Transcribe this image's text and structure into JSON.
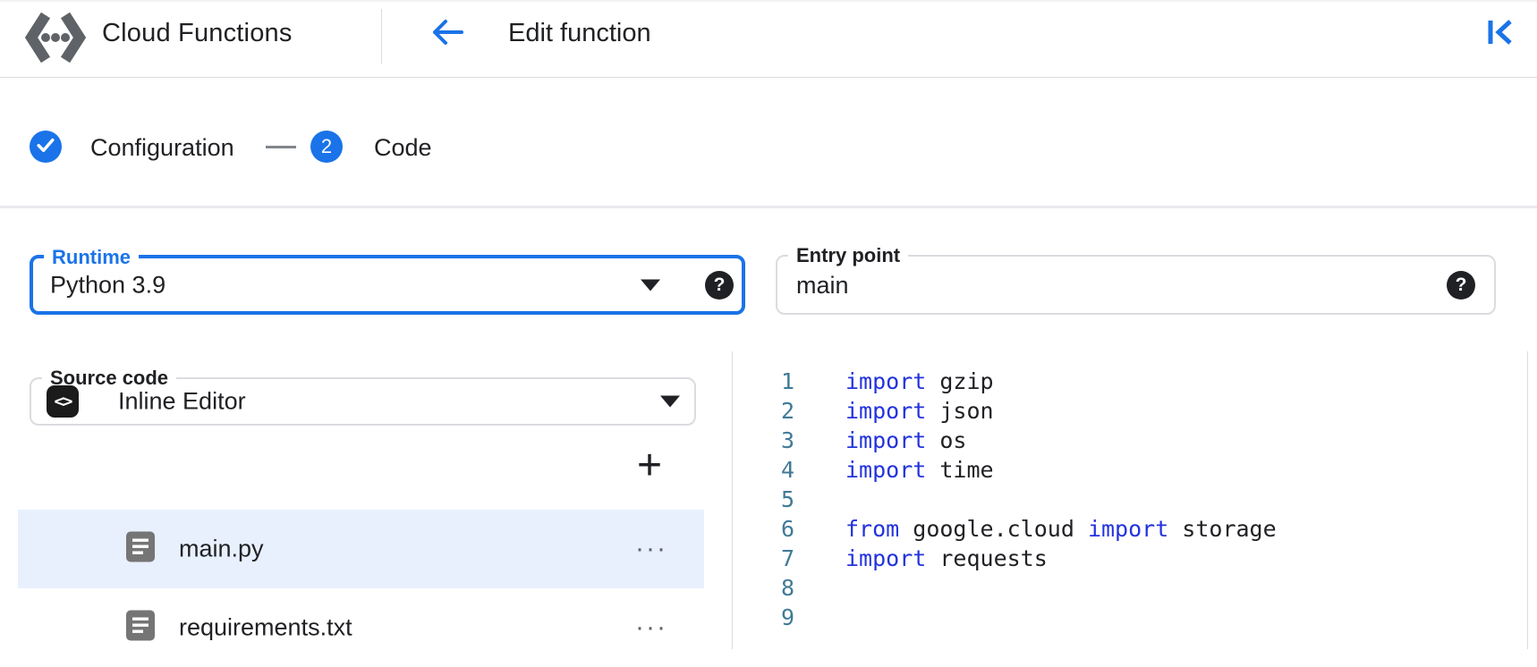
{
  "header": {
    "product_name": "Cloud Functions",
    "page_title": "Edit function",
    "logo_icon": "cloud-functions-logo",
    "back_icon": "arrow-left",
    "collapse_icon": "collapse-panel-left"
  },
  "stepper": {
    "steps": [
      {
        "label": "Configuration",
        "state": "completed",
        "icon": "check"
      },
      {
        "label": "Code",
        "state": "active",
        "number": "2"
      }
    ]
  },
  "form": {
    "runtime": {
      "label": "Runtime",
      "value": "Python 3.9",
      "help_icon": "?",
      "focused": true
    },
    "entry_point": {
      "label": "Entry point",
      "value": "main",
      "help_icon": "?"
    },
    "source_code": {
      "label": "Source code",
      "value": "Inline Editor",
      "icon": "code-brackets"
    }
  },
  "file_explorer": {
    "add_label": "+",
    "more_label": "···",
    "files": [
      {
        "name": "main.py",
        "selected": true
      },
      {
        "name": "requirements.txt",
        "selected": false
      }
    ]
  },
  "editor": {
    "language": "python",
    "lines": [
      {
        "number": "1",
        "segments": [
          {
            "type": "keyword",
            "text": "import"
          },
          {
            "type": "plain",
            "text": " gzip"
          }
        ]
      },
      {
        "number": "2",
        "segments": [
          {
            "type": "keyword",
            "text": "import"
          },
          {
            "type": "plain",
            "text": " json"
          }
        ]
      },
      {
        "number": "3",
        "segments": [
          {
            "type": "keyword",
            "text": "import"
          },
          {
            "type": "plain",
            "text": " os"
          }
        ]
      },
      {
        "number": "4",
        "segments": [
          {
            "type": "keyword",
            "text": "import"
          },
          {
            "type": "plain",
            "text": " time"
          }
        ]
      },
      {
        "number": "5",
        "segments": []
      },
      {
        "number": "6",
        "segments": [
          {
            "type": "keyword",
            "text": "from"
          },
          {
            "type": "plain",
            "text": " google.cloud "
          },
          {
            "type": "keyword",
            "text": "import"
          },
          {
            "type": "plain",
            "text": " storage"
          }
        ]
      },
      {
        "number": "7",
        "segments": [
          {
            "type": "keyword",
            "text": "import"
          },
          {
            "type": "plain",
            "text": " requests"
          }
        ]
      },
      {
        "number": "8",
        "segments": []
      },
      {
        "number": "9",
        "segments": []
      }
    ]
  },
  "colors": {
    "accent_blue": "#1a73e8",
    "selected_row_bg": "#e8f0fe",
    "keyword_blue": "#2333dd",
    "line_number_teal": "#407a96",
    "border_gray": "#dadce0",
    "icon_gray": "#5f6368",
    "text_dark": "#202124"
  }
}
